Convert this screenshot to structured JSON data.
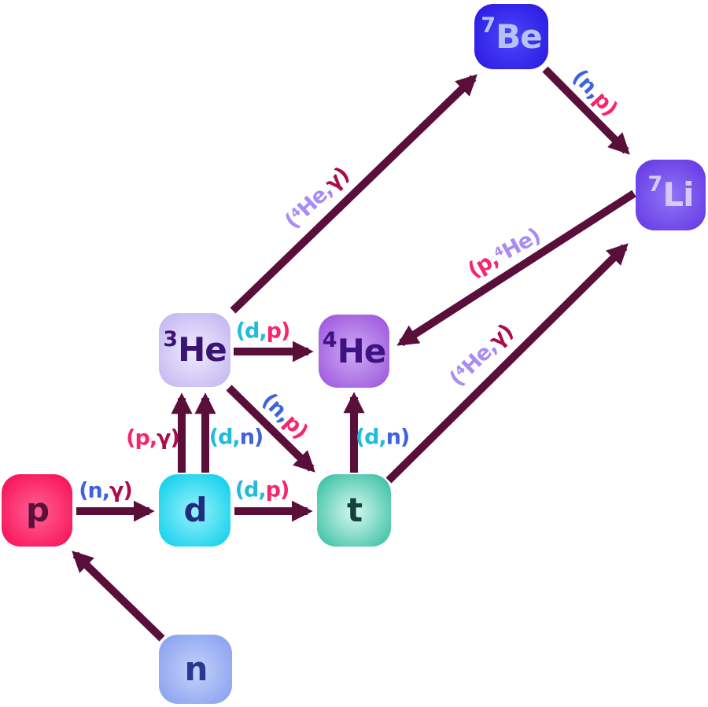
{
  "palette": {
    "arrow": "#5a0f3a",
    "proton": "#f7256e",
    "neutron": "#3f62de",
    "deuteron": "#1fbcdc",
    "gamma": "#ab0c4a",
    "helium4": "#a98bf5"
  },
  "nodes": {
    "p": {
      "sup": "",
      "base": "p",
      "fill_center": "#ff5b8e",
      "fill_edge": "#f80e57",
      "text": "#5a1038"
    },
    "n": {
      "sup": "",
      "base": "n",
      "fill_center": "#c0cdf9",
      "fill_edge": "#87a0f0",
      "text": "#28388f"
    },
    "d": {
      "sup": "",
      "base": "d",
      "fill_center": "#8ceefb",
      "fill_edge": "#0ccfeb",
      "text": "#1e2d7c"
    },
    "t": {
      "sup": "",
      "base": "t",
      "fill_center": "#c8f4e8",
      "fill_edge": "#38bfa2",
      "text": "#14403d"
    },
    "he3": {
      "sup": "3",
      "base": "He",
      "fill_center": "#ece7fd",
      "fill_edge": "#c2b5f0",
      "text": "#3a1475"
    },
    "he4": {
      "sup": "4",
      "base": "He",
      "fill_center": "#c9a4f1",
      "fill_edge": "#9d55dd",
      "text": "#3f1283"
    },
    "be7": {
      "sup": "7",
      "base": "Be",
      "fill_center": "#4a42f8",
      "fill_edge": "#2b1ae2",
      "text": "#b6c2f4"
    },
    "li7": {
      "sup": "7",
      "base": "Li",
      "fill_center": "#8a71f4",
      "fill_edge": "#6638e4",
      "text": "#d6c8f7"
    }
  },
  "edges": [
    {
      "from": "p",
      "to": "d",
      "parts": [
        {
          "text": "(n,",
          "color": "neutron"
        },
        {
          "text": "γ)",
          "color": "gamma"
        }
      ]
    },
    {
      "from": "d",
      "to": "t",
      "parts": [
        {
          "text": "(d,",
          "color": "deuteron"
        },
        {
          "text": "p)",
          "color": "proton"
        }
      ]
    },
    {
      "from": "d",
      "to": "he3",
      "parts": [
        {
          "text": "(p,",
          "color": "proton"
        },
        {
          "text": "γ)",
          "color": "gamma"
        }
      ]
    },
    {
      "from": "d",
      "to": "he3",
      "parts": [
        {
          "text": "(d,",
          "color": "deuteron"
        },
        {
          "text": "n)",
          "color": "neutron"
        }
      ]
    },
    {
      "from": "he3",
      "to": "he4",
      "parts": [
        {
          "text": "(d,",
          "color": "deuteron"
        },
        {
          "text": "p)",
          "color": "proton"
        }
      ]
    },
    {
      "from": "he3",
      "to": "t",
      "parts": [
        {
          "text": "(n,",
          "color": "neutron"
        },
        {
          "text": "p)",
          "color": "proton"
        }
      ]
    },
    {
      "from": "t",
      "to": "he4",
      "parts": [
        {
          "text": "(d,",
          "color": "deuteron"
        },
        {
          "text": "n)",
          "color": "neutron"
        }
      ]
    },
    {
      "from": "t",
      "to": "li7",
      "parts": [
        {
          "text": "(⁴He,",
          "color": "helium4"
        },
        {
          "text": "γ)",
          "color": "gamma"
        }
      ]
    },
    {
      "from": "he3",
      "to": "be7",
      "parts": [
        {
          "text": "(⁴He,",
          "color": "helium4"
        },
        {
          "text": "γ)",
          "color": "gamma"
        }
      ]
    },
    {
      "from": "be7",
      "to": "li7",
      "parts": [
        {
          "text": "(n,",
          "color": "neutron"
        },
        {
          "text": "p)",
          "color": "proton"
        }
      ]
    },
    {
      "from": "li7",
      "to": "he4",
      "parts": [
        {
          "text": "(p,",
          "color": "proton"
        },
        {
          "text": "⁴He)",
          "color": "helium4"
        }
      ]
    },
    {
      "from": "n",
      "to": "p",
      "parts": []
    }
  ]
}
